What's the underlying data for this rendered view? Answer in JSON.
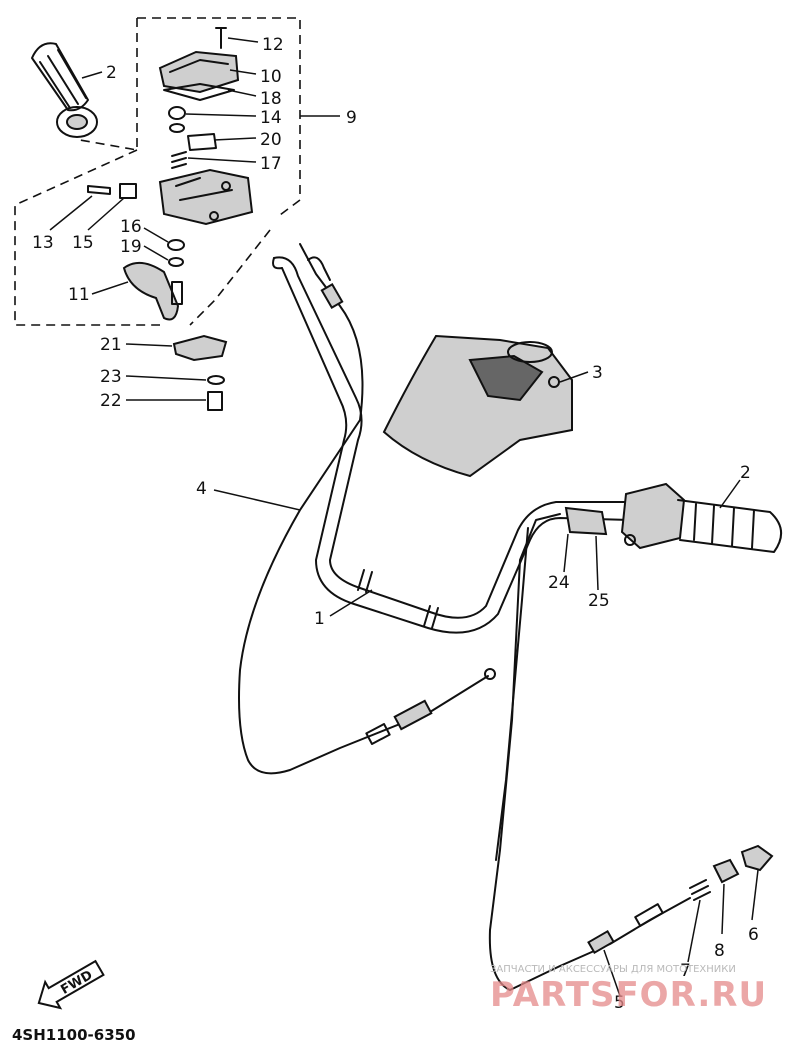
{
  "diagram_code": "4SH1100-6350",
  "fwd_label": "FWD",
  "watermark": {
    "caption": "ЗАПЧАСТИ И АКСЕССУАРЫ ДЛЯ МОТОТЕХНИКИ",
    "brand": "PARTSFOR.RU"
  },
  "callouts": {
    "c1": "1",
    "c2a": "2",
    "c2b": "2",
    "c3": "3",
    "c4": "4",
    "c5": "5",
    "c6": "6",
    "c7": "7",
    "c8": "8",
    "c9": "9",
    "c10": "10",
    "c11": "11",
    "c12": "12",
    "c13": "13",
    "c14": "14",
    "c15": "15",
    "c16": "16",
    "c17": "17",
    "c18": "18",
    "c19": "19",
    "c20": "20",
    "c21": "21",
    "c22": "22",
    "c23": "23",
    "c24": "24",
    "c25": "25"
  }
}
